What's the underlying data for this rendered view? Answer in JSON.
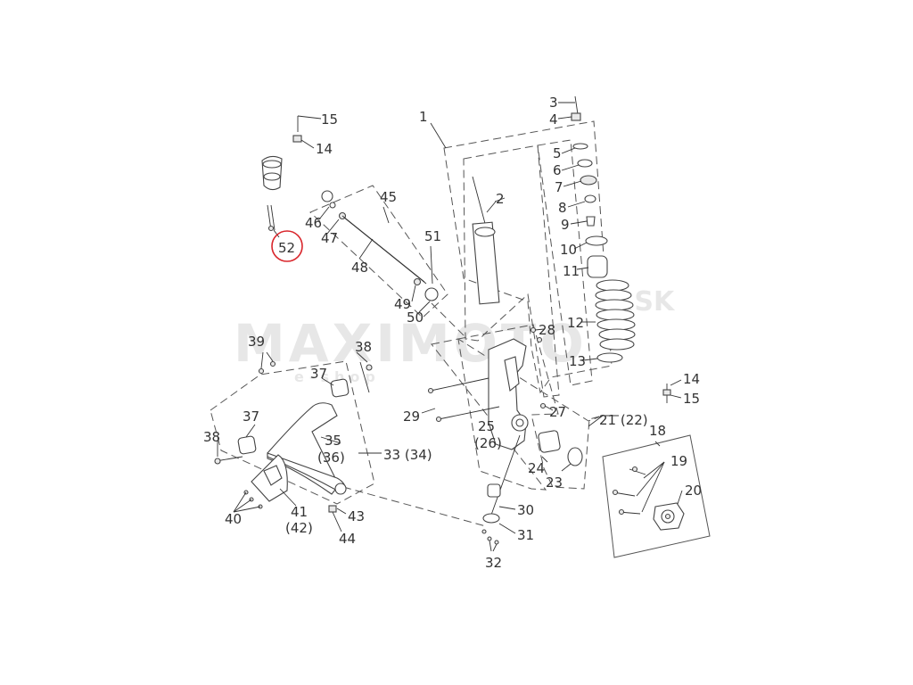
{
  "watermark": {
    "brand": "MAXIMOTO",
    "domain": ".SK",
    "tagline": "e-shop"
  },
  "highlight": {
    "part": "52",
    "color": "#d9262c"
  },
  "colors": {
    "line": "#333333",
    "highlight": "#d9262c",
    "watermark": "#d4d4d4"
  },
  "labels": {
    "p1": "1",
    "p2": "2",
    "p3": "3",
    "p4": "4",
    "p5": "5",
    "p6": "6",
    "p7": "7",
    "p8": "8",
    "p9": "9",
    "p10": "10",
    "p11": "11",
    "p12": "12",
    "p13": "13",
    "p14a": "14",
    "p15a": "15",
    "p14b": "14",
    "p15b": "15",
    "p18": "18",
    "p19": "19",
    "p20": "20",
    "p21": "21 (22)",
    "p23": "23",
    "p24": "24",
    "p25": "25",
    "p26": "(26)",
    "p27": "27",
    "p28": "28",
    "p29": "29",
    "p30": "30",
    "p31": "31",
    "p32": "32",
    "p33": "33 (34)",
    "p35": "35",
    "p36": "(36)",
    "p37a": "37",
    "p37b": "37",
    "p38a": "38",
    "p38b": "38",
    "p39": "39",
    "p40": "40",
    "p41": "41",
    "p42": "(42)",
    "p43": "43",
    "p44": "44",
    "p45": "45",
    "p46": "46",
    "p47": "47",
    "p48": "48",
    "p49": "49",
    "p50": "50",
    "p51": "51",
    "p52": "52"
  }
}
